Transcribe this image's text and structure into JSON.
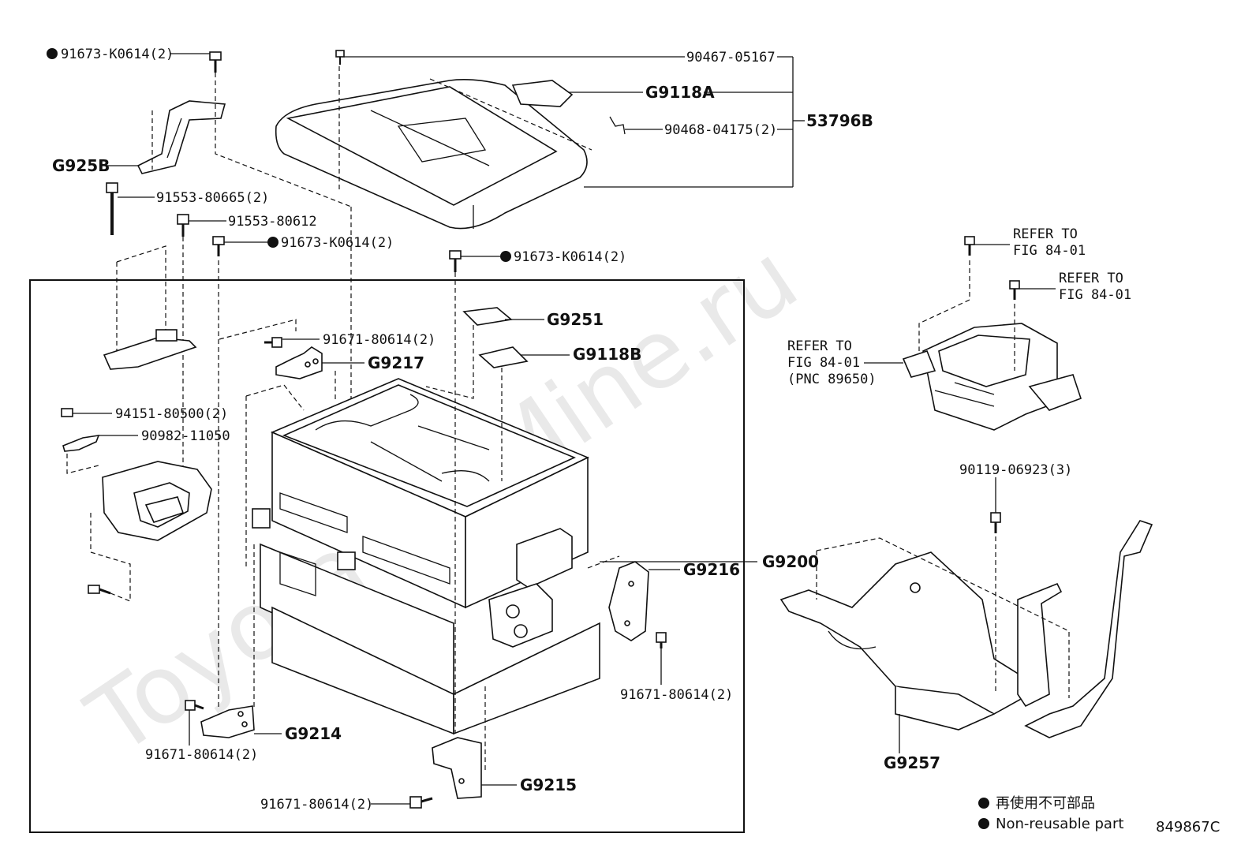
{
  "watermark": "ToyotaCarMine.ru",
  "labels": {
    "p91673_top": "91673-K0614(2)",
    "p90467": "90467-05167",
    "g9118a": "G9118A",
    "p90468": "90468-04175(2)",
    "p53796b": "53796B",
    "g925b": "G925B",
    "p91553_80665": "91553-80665(2)",
    "p91553_80612": "91553-80612",
    "p91673_mid": "91673-K0614(2)",
    "p91673_right": "91673-K0614(2)",
    "refer1a": "REFER TO",
    "refer1b": "FIG 84-01",
    "refer2a": "REFER TO",
    "refer2b": "FIG 84-01",
    "refer3a": "REFER TO",
    "refer3b": "FIG 84-01",
    "refer3c": "(PNC 89650)",
    "g9251": "G9251",
    "p91671_a": "91671-80614(2)",
    "g9118b": "G9118B",
    "g9217": "G9217",
    "p94151": "94151-80500(2)",
    "p90982": "90982-11050",
    "p90119": "90119-06923(3)",
    "g9216": "G9216",
    "g9200": "G9200",
    "p91671_b": "91671-80614(2)",
    "p91671_c": "91671-80614(2)",
    "g9214": "G9214",
    "g9215": "G9215",
    "p91671_d": "91671-80614(2)",
    "g9257": "G9257"
  },
  "legend": {
    "line1": "再使用不可部品",
    "line2": "Non-reusable part"
  },
  "figure_code": "849867C"
}
